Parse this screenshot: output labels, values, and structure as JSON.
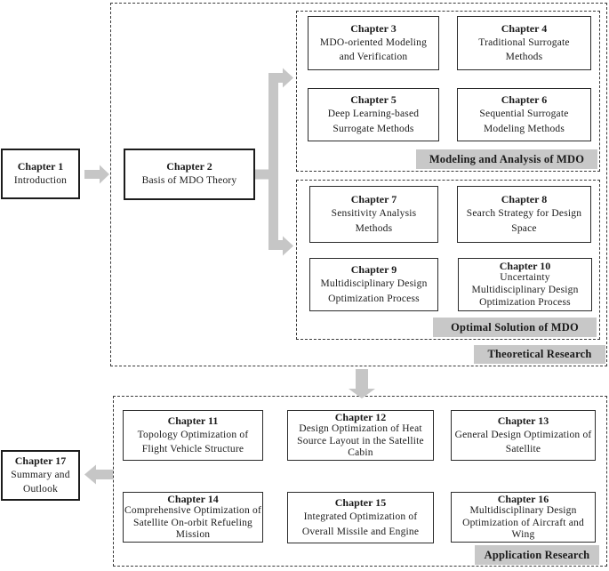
{
  "figure": {
    "type": "book-structure-flowchart",
    "topic": "MDO (Multidisciplinary Design Optimization) book chapter organization"
  },
  "colors": {
    "arrow": "#c6c6c6",
    "label_bg": "#c8c8c8",
    "box_border": "#2b2b2b",
    "dashed_border": "#3a3a3a"
  },
  "chapters": {
    "ch1": {
      "title": "Chapter 1",
      "lines": [
        "Introduction"
      ]
    },
    "ch2": {
      "title": "Chapter 2",
      "lines": [
        "Basis of MDO Theory"
      ]
    },
    "ch3": {
      "title": "Chapter 3",
      "lines": [
        "MDO-oriented Modeling",
        "and Verification"
      ]
    },
    "ch4": {
      "title": "Chapter 4",
      "lines": [
        "Traditional Surrogate",
        "Methods"
      ]
    },
    "ch5": {
      "title": "Chapter 5",
      "lines": [
        "Deep Learning-based",
        "Surrogate Methods"
      ]
    },
    "ch6": {
      "title": "Chapter 6",
      "lines": [
        "Sequential Surrogate",
        "Modeling Methods"
      ]
    },
    "ch7": {
      "title": "Chapter 7",
      "lines": [
        "Sensitivity Analysis",
        "Methods"
      ]
    },
    "ch8": {
      "title": "Chapter 8",
      "lines": [
        "Search Strategy for Design",
        "Space"
      ]
    },
    "ch9": {
      "title": "Chapter 9",
      "lines": [
        "Multidisciplinary Design",
        "Optimization Process"
      ]
    },
    "ch10": {
      "title": "Chapter 10",
      "lines": [
        "Uncertainty",
        "Multidisciplinary Design",
        "Optimization Process"
      ]
    },
    "ch11": {
      "title": "Chapter 11",
      "lines": [
        "Topology Optimization of",
        "Flight Vehicle Structure"
      ]
    },
    "ch12": {
      "title": "Chapter 12",
      "lines": [
        "Design Optimization of Heat",
        "Source Layout in the Satellite",
        "Cabin"
      ]
    },
    "ch13": {
      "title": "Chapter 13",
      "lines": [
        "General Design Optimization of",
        "Satellite"
      ]
    },
    "ch14": {
      "title": "Chapter 14",
      "lines": [
        "Comprehensive Optimization of",
        "Satellite On-orbit Refueling",
        "Mission"
      ]
    },
    "ch15": {
      "title": "Chapter 15",
      "lines": [
        "Integrated Optimization of",
        "Overall Missile and Engine"
      ]
    },
    "ch16": {
      "title": "Chapter 16",
      "lines": [
        "Multidisciplinary Design",
        "Optimization of Aircraft and",
        "Wing"
      ]
    },
    "ch17": {
      "title": "Chapter 17",
      "lines": [
        "Summary and",
        "Outlook"
      ]
    }
  },
  "sections": {
    "theoretical": {
      "label": "Theoretical Research"
    },
    "modeling": {
      "label": "Modeling and Analysis of MDO"
    },
    "optimal": {
      "label": "Optimal Solution of MDO"
    },
    "application": {
      "label": "Application Research"
    }
  }
}
